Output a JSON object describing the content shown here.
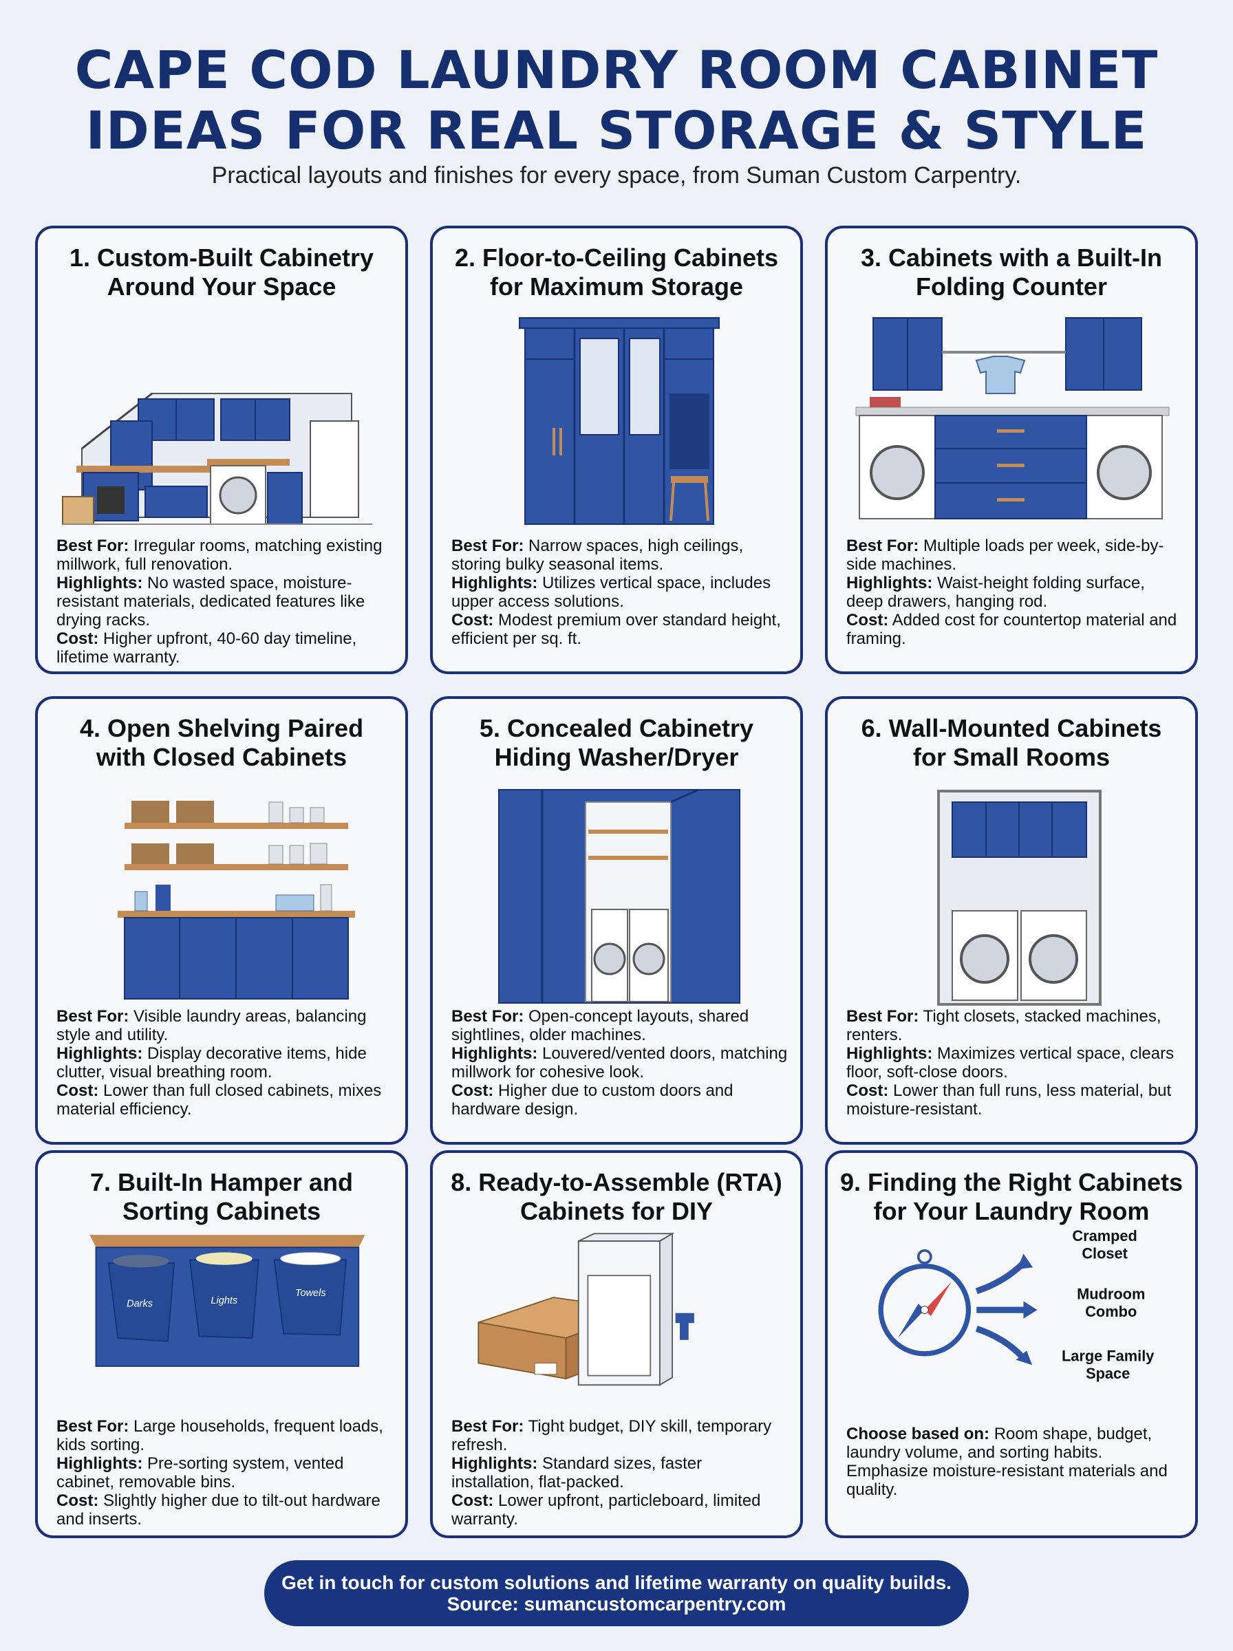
{
  "header": {
    "title_line1": "CAPE COD LAUNDRY ROOM CABINET",
    "title_line2": "IDEAS FOR REAL STORAGE & STYLE",
    "subtitle": "Practical layouts and finishes for every space, from Suman Custom Carpentry."
  },
  "cards": [
    {
      "title_line1": "1. Custom-Built Cabinetry",
      "title_line2": "Around Your Space",
      "best_for": "Irregular rooms, matching existing millwork, full renovation.",
      "highlights": "No wasted space, moisture-resistant materials, dedicated features like drying racks.",
      "cost": "Higher upfront, 40-60 day timeline, lifetime warranty."
    },
    {
      "title_line1": "2. Floor-to-Ceiling Cabinets",
      "title_line2": "for Maximum Storage",
      "best_for": "Narrow spaces, high ceilings, storing bulky seasonal items.",
      "highlights": "Utilizes vertical space, includes upper access solutions.",
      "cost": "Modest premium over standard height, efficient per sq. ft."
    },
    {
      "title_line1": "3. Cabinets with a Built-In",
      "title_line2": "Folding Counter",
      "best_for": "Multiple loads per week, side-by-side machines.",
      "highlights": "Waist-height folding surface, deep drawers, hanging rod.",
      "cost": "Added cost for countertop material and framing."
    },
    {
      "title_line1": "4. Open Shelving Paired",
      "title_line2": "with Closed Cabinets",
      "best_for": "Visible laundry areas, balancing style and utility.",
      "highlights": "Display decorative items, hide clutter, visual breathing room.",
      "cost": "Lower than full closed cabinets, mixes material efficiency."
    },
    {
      "title_line1": "5. Concealed Cabinetry",
      "title_line2": "Hiding Washer/Dryer",
      "best_for": "Open-concept layouts, shared sightlines, older machines.",
      "highlights": "Louvered/vented doors, matching millwork for cohesive look.",
      "cost": "Higher due to custom doors and hardware design."
    },
    {
      "title_line1": "6. Wall-Mounted Cabinets",
      "title_line2": "for Small Rooms",
      "best_for": "Tight closets, stacked machines, renters.",
      "highlights": "Maximizes vertical space, clears floor, soft-close doors.",
      "cost": "Lower than full runs, less material, but moisture-resistant."
    },
    {
      "title_line1": "7. Built-In Hamper and",
      "title_line2": "Sorting Cabinets",
      "best_for": "Large households, frequent loads, kids sorting.",
      "highlights": "Pre-sorting system, vented cabinet, removable bins.",
      "cost": "Slightly higher due to tilt-out hardware and inserts."
    },
    {
      "title_line1": "8. Ready-to-Assemble (RTA)",
      "title_line2": "Cabinets for DIY",
      "best_for": "Tight budget, DIY skill, temporary refresh.",
      "highlights": "Standard sizes, faster installation, flat-packed.",
      "cost": "Lower upfront, particleboard, limited warranty."
    },
    {
      "title_line1": "9. Finding the Right Cabinets",
      "title_line2": "for Your Laundry Room",
      "choose_based_on": "Room shape, budget, laundry volume, and sorting habits. Emphasize moisture-resistant materials and quality."
    }
  ],
  "labels": {
    "best_for": "Best For:",
    "highlights": "Highlights:",
    "cost": "Cost:",
    "choose_based_on": "Choose based on:"
  },
  "hamper_bins": [
    "Darks",
    "Lights",
    "Towels"
  ],
  "compass_options": [
    {
      "line1": "Cramped",
      "line2": "Closet"
    },
    {
      "line1": "Mudroom",
      "line2": "Combo"
    },
    {
      "line1": "Large Family",
      "line2": "Space"
    }
  ],
  "footer": {
    "line1": "Get in touch for custom solutions and lifetime warranty on quality builds.",
    "line2": "Source: sumancustomcarpentry.com"
  },
  "colors": {
    "navy": "#1a3275",
    "cabinet_blue": "#2f55a4",
    "wood": "#c58b55",
    "background": "#eef2f8"
  }
}
